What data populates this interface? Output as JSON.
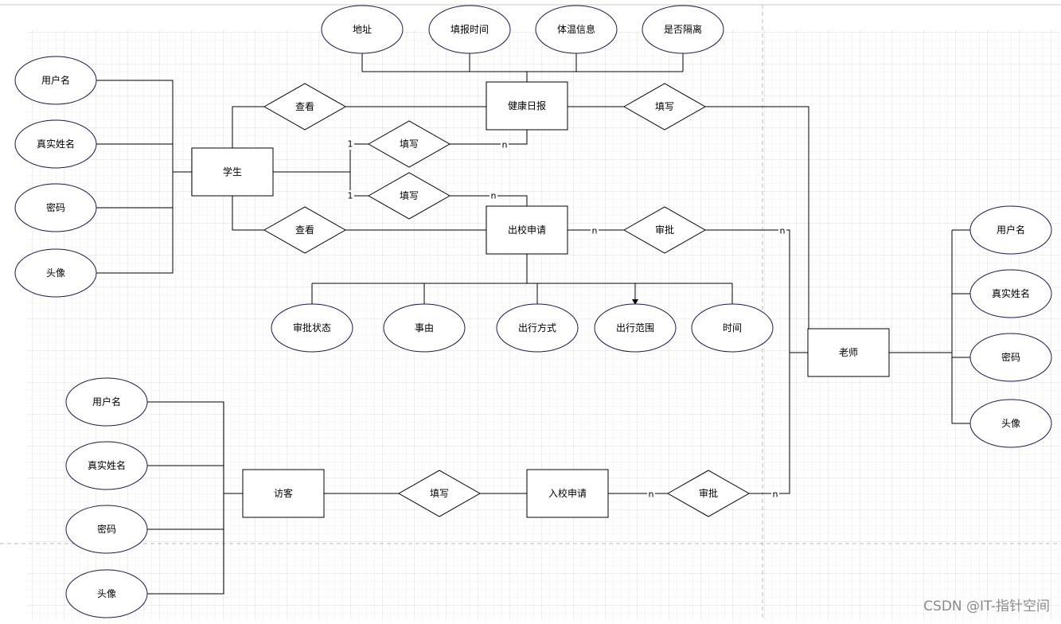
{
  "entities": {
    "student": "学生",
    "health_daily": "健康日报",
    "leave_application": "出校申请",
    "teacher": "老师",
    "visitor": "访客",
    "entry_application": "入校申请"
  },
  "relationships": {
    "view_health": "查看",
    "fill_health_student": "填写",
    "fill_leave": "填写",
    "view_leave": "查看",
    "fill_health_teacher": "填写",
    "approve_leave": "审批",
    "fill_entry": "填写",
    "approve_entry": "审批"
  },
  "attributes": {
    "student": [
      "用户名",
      "真实姓名",
      "密码",
      "头像"
    ],
    "health_daily": [
      "地址",
      "填报时间",
      "体温信息",
      "是否隔离"
    ],
    "leave_application": [
      "审批状态",
      "事由",
      "出行方式",
      "出行范围",
      "时间"
    ],
    "teacher": [
      "用户名",
      "真实姓名",
      "密码",
      "头像"
    ],
    "visitor": [
      "用户名",
      "真实姓名",
      "密码",
      "头像"
    ]
  },
  "cardinalities": {
    "student_fill_health": "1",
    "fill_health_n": "n",
    "student_fill_leave": "1",
    "fill_leave_n": "n",
    "leave_approve_n": "n",
    "approve_teacher_n": "n",
    "entry_approve_n": "n",
    "approve_entry_teacher_n": "n"
  },
  "watermark": "CSDN @IT-指针空间"
}
